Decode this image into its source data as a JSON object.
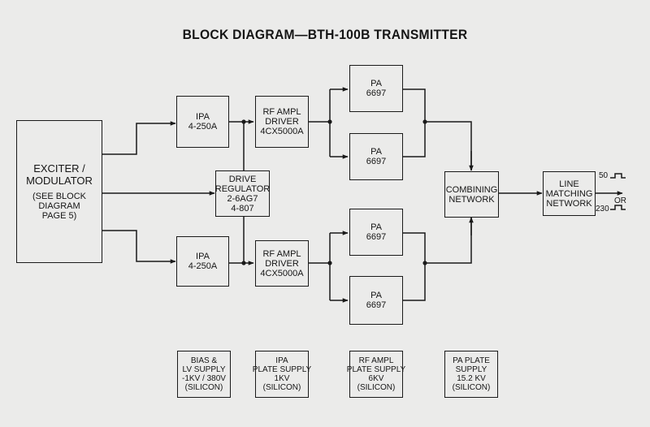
{
  "title": "BLOCK DIAGRAM—BTH-100B TRANSMITTER",
  "exciter": {
    "line1": "EXCITER /",
    "line2": "MODULATOR",
    "line3": "(SEE BLOCK",
    "line4": "DIAGRAM",
    "line5": "PAGE 5)"
  },
  "ipa_top": {
    "name": "IPA",
    "tube": "4-250A"
  },
  "ipa_bottom": {
    "name": "IPA",
    "tube": "4-250A"
  },
  "drive_regulator": {
    "line1": "DRIVE",
    "line2": "REGULATOR",
    "line3": "2-6AG7",
    "line4": "4-807"
  },
  "rf_driver_top": {
    "line1": "RF AMPL",
    "line2": "DRIVER",
    "line3": "4CX5000A"
  },
  "rf_driver_bottom": {
    "line1": "RF AMPL",
    "line2": "DRIVER",
    "line3": "4CX5000A"
  },
  "pa_1": {
    "name": "PA",
    "tube": "6697"
  },
  "pa_2": {
    "name": "PA",
    "tube": "6697"
  },
  "pa_3": {
    "name": "PA",
    "tube": "6697"
  },
  "pa_4": {
    "name": "PA",
    "tube": "6697"
  },
  "combining": {
    "line1": "COMBINING",
    "line2": "NETWORK"
  },
  "line_matching": {
    "line1": "LINE",
    "line2": "MATCHING",
    "line3": "NETWORK"
  },
  "output": {
    "ohm50": "50",
    "or": "OR",
    "ohm230": "230"
  },
  "supplies": {
    "bias": {
      "line1": "BIAS &",
      "line2": "LV SUPPLY",
      "line3": "-1KV / 380V",
      "line4": "(SILICON)"
    },
    "ipa_plate": {
      "line1": "IPA",
      "line2": "PLATE SUPPLY",
      "line3": "1KV",
      "line4": "(SILICON)"
    },
    "rf_plate": {
      "line1": "RF AMPL",
      "line2": "PLATE SUPPLY",
      "line3": "6KV",
      "line4": "(SILICON)"
    },
    "pa_plate": {
      "line1": "PA PLATE",
      "line2": "SUPPLY",
      "line3": "15.2 KV",
      "line4": "(SILICON)"
    }
  }
}
